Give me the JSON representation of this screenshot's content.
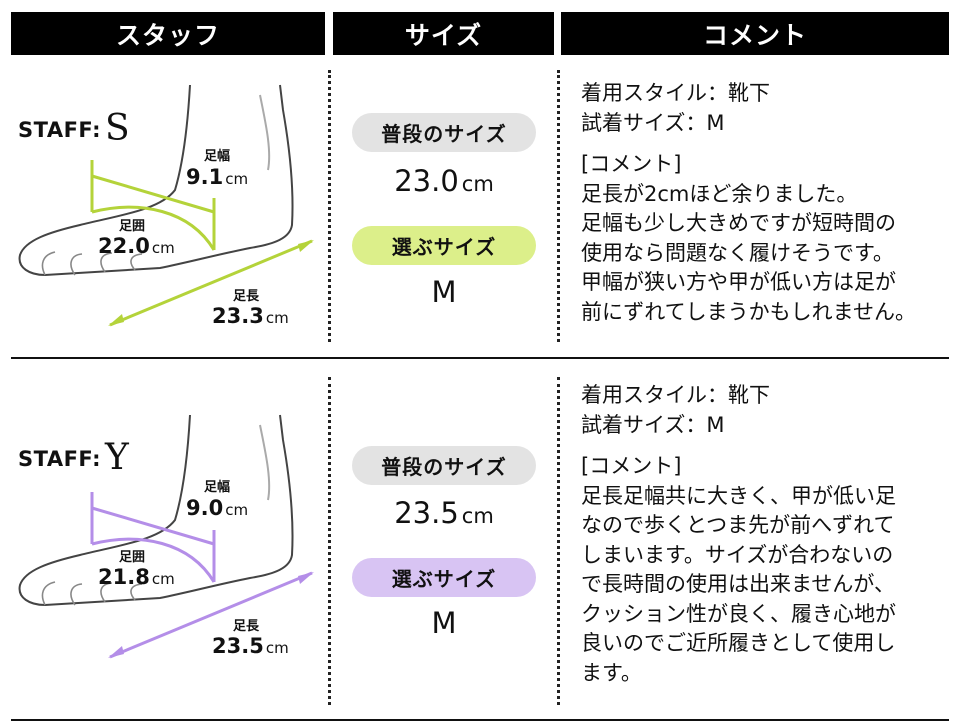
{
  "headers": {
    "staff": "スタッフ",
    "size": "サイズ",
    "comment": "コメント"
  },
  "colors": {
    "staff_s_accent": "#b4d33a",
    "staff_s_pill": "#dcef8a",
    "staff_y_accent": "#b48ee8",
    "staff_y_pill": "#d8c4f3"
  },
  "rows": [
    {
      "staff_prefix": "STAFF:",
      "staff_letter": "S",
      "width_label": "足幅",
      "width_value": "9.1",
      "width_unit": "cm",
      "girth_label": "足囲",
      "girth_value": "22.0",
      "girth_unit": "cm",
      "length_label": "足長",
      "length_value": "23.3",
      "length_unit": "cm",
      "usual_label": "普段のサイズ",
      "usual_value": "23.0",
      "usual_unit": "cm",
      "chosen_label": "選ぶサイズ",
      "chosen_value": "M",
      "comment_lines": [
        "着用スタイル：靴下",
        "試着サイズ：M"
      ],
      "comment_body": [
        "[コメント]",
        "足長が2cmほど余りました。",
        "足幅も少し大きめですが短時間の",
        "使用なら問題なく履けそうです。",
        "甲幅が狭い方や甲が低い方は足が",
        "前にずれてしまうかもしれません。"
      ]
    },
    {
      "staff_prefix": "STAFF:",
      "staff_letter": "Y",
      "width_label": "足幅",
      "width_value": "9.0",
      "width_unit": "cm",
      "girth_label": "足囲",
      "girth_value": "21.8",
      "girth_unit": "cm",
      "length_label": "足長",
      "length_value": "23.5",
      "length_unit": "cm",
      "usual_label": "普段のサイズ",
      "usual_value": "23.5",
      "usual_unit": "cm",
      "chosen_label": "選ぶサイズ",
      "chosen_value": "M",
      "comment_lines": [
        "着用スタイル：靴下",
        "試着サイズ：M"
      ],
      "comment_body": [
        "[コメント]",
        "足長足幅共に大きく、甲が低い足",
        "なので歩くとつま先が前へずれて",
        "しまいます。サイズが合わないの",
        "で長時間の使用は出来ませんが、",
        "クッション性が良く、履き心地が",
        "良いのでご近所履きとして使用し",
        "ます。"
      ]
    }
  ]
}
